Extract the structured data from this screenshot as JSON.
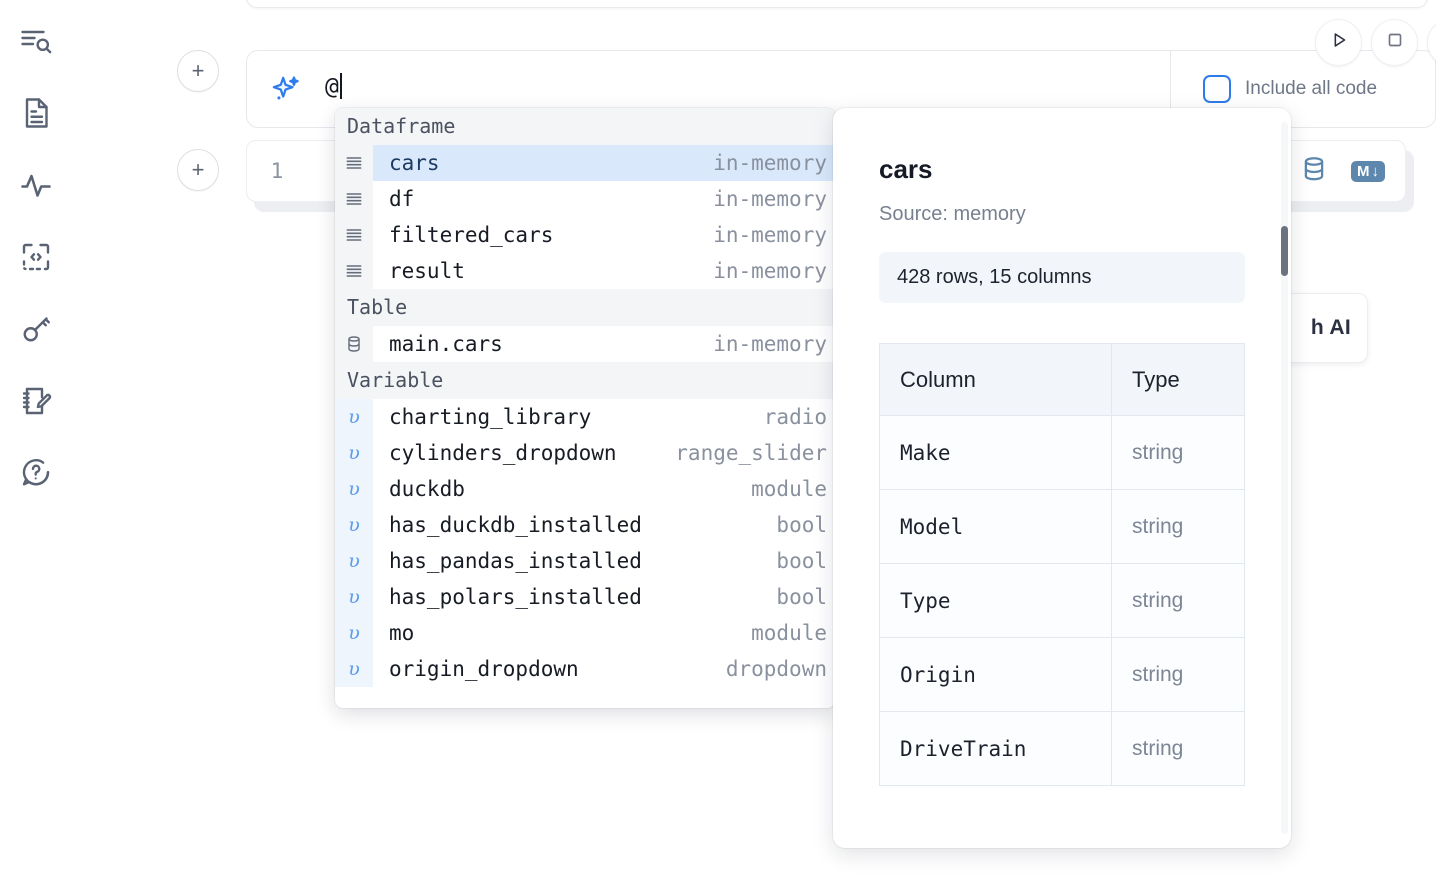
{
  "sidebar": {
    "items": [
      {
        "name": "explore-search-icon",
        "label": "Explore"
      },
      {
        "name": "file-document-icon",
        "label": "Notebook"
      },
      {
        "name": "activity-pulse-icon",
        "label": "Activity"
      },
      {
        "name": "code-brackets-icon",
        "label": "Snippets"
      },
      {
        "name": "key-icon",
        "label": "Secrets"
      },
      {
        "name": "scratchpad-edit-icon",
        "label": "Scratchpad"
      },
      {
        "name": "help-question-icon",
        "label": "Help"
      }
    ]
  },
  "ai_prompt": {
    "value": "@",
    "sparkle_icon": "sparkle-icon",
    "add_button_label": "+",
    "include_all_code_label": "Include all code",
    "include_all_code_checked": false,
    "accent_color": "#2e7ceb"
  },
  "toolbar": {
    "run_label": "▷",
    "stop_label": "□",
    "buttons": [
      {
        "name": "run-button",
        "glyph": "play"
      },
      {
        "name": "stop-button",
        "glyph": "square"
      },
      {
        "name": "more-button",
        "glyph": "circle"
      }
    ]
  },
  "cell": {
    "line_number": "1",
    "database_icon": "database-icon",
    "markdown_badge": "M",
    "markdown_arrow": "↓"
  },
  "ai_card": {
    "label": "h AI"
  },
  "autocomplete": {
    "groups": [
      {
        "label": "Dataframe",
        "icon": "dataframe-rows-icon",
        "items": [
          {
            "name": "cars",
            "kind": "in-memory",
            "selected": true
          },
          {
            "name": "df",
            "kind": "in-memory",
            "selected": false
          },
          {
            "name": "filtered_cars",
            "kind": "in-memory",
            "selected": false
          },
          {
            "name": "result",
            "kind": "in-memory",
            "selected": false
          }
        ]
      },
      {
        "label": "Table",
        "icon": "database-icon",
        "items": [
          {
            "name": "main.cars",
            "kind": "in-memory",
            "selected": false
          }
        ]
      },
      {
        "label": "Variable",
        "icon": "variable-icon",
        "items": [
          {
            "name": "charting_library",
            "kind": "radio",
            "selected": false
          },
          {
            "name": "cylinders_dropdown",
            "kind": "range_slider",
            "selected": false
          },
          {
            "name": "duckdb",
            "kind": "module",
            "selected": false
          },
          {
            "name": "has_duckdb_installed",
            "kind": "bool",
            "selected": false
          },
          {
            "name": "has_pandas_installed",
            "kind": "bool",
            "selected": false
          },
          {
            "name": "has_polars_installed",
            "kind": "bool",
            "selected": false
          },
          {
            "name": "mo",
            "kind": "module",
            "selected": false
          },
          {
            "name": "origin_dropdown",
            "kind": "dropdown",
            "selected": false
          }
        ]
      }
    ],
    "selected_row_bg": "#d9e9fb"
  },
  "doc_panel": {
    "title": "cars",
    "source": "Source: memory",
    "shape": "428 rows, 15 columns",
    "table": {
      "headers": [
        "Column",
        "Type"
      ],
      "rows": [
        {
          "column": "Make",
          "type": "string"
        },
        {
          "column": "Model",
          "type": "string"
        },
        {
          "column": "Type",
          "type": "string"
        },
        {
          "column": "Origin",
          "type": "string"
        },
        {
          "column": "DriveTrain",
          "type": "string"
        }
      ]
    }
  }
}
